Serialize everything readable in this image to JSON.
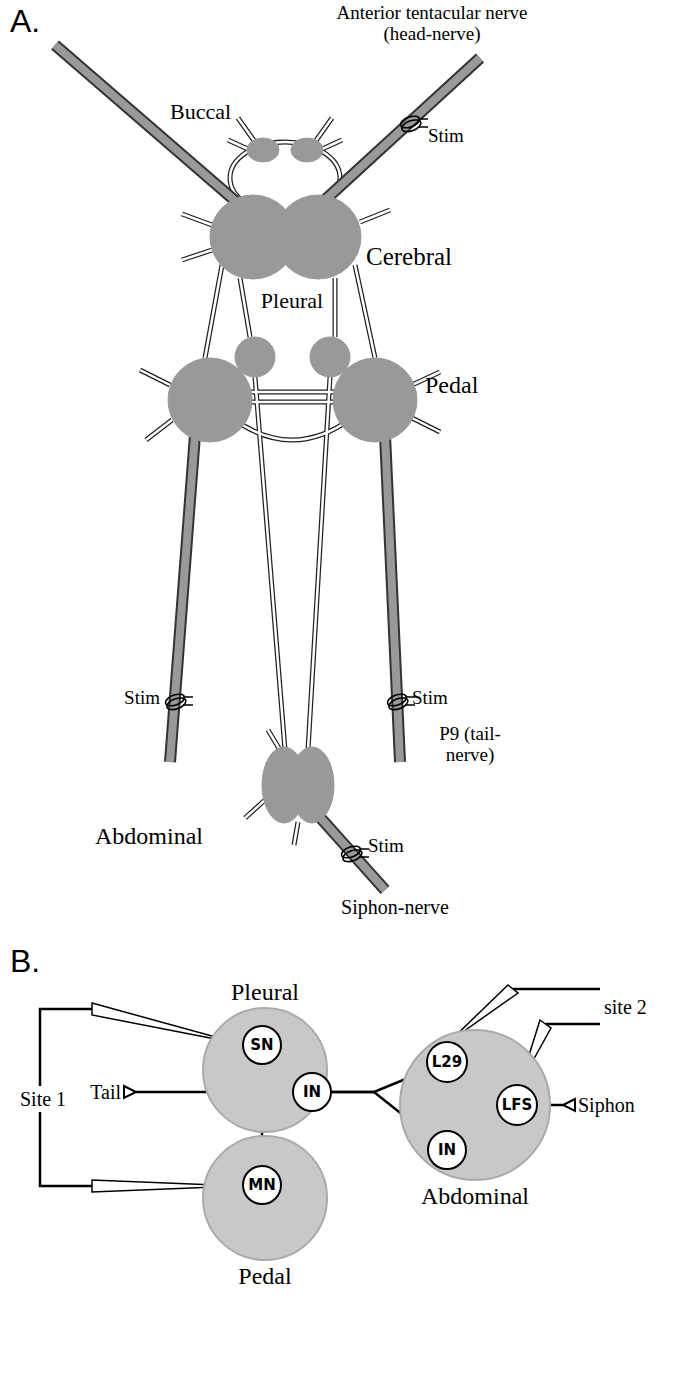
{
  "diagram": {
    "nodes": [
      {
        "text": [
          "Pleural"
        ]
      },
      {
        "text": [
          "SN"
        ],
        "in": 0
      },
      {
        "text": [
          "IN"
        ],
        "in": 0
      },
      {
        "text": [
          "Pedal"
        ]
      },
      {
        "text": [
          "MN"
        ],
        "in": 3
      },
      {
        "text": [
          "Abdominal"
        ]
      },
      {
        "text": [
          "L29"
        ],
        "in": 5
      },
      {
        "text": [
          "LFS"
        ],
        "in": 5
      },
      {
        "text": [
          "IN"
        ],
        "in": 5
      }
    ],
    "edges": [
      {
        "from": 1,
        "to": 4,
        "arrow": "to"
      },
      {
        "from": 2,
        "to": 6,
        "arrow": "to"
      },
      {
        "from": 2,
        "to": 8,
        "arrow": "to"
      },
      {
        "from": 6,
        "to": 7,
        "arrow": "to"
      },
      {
        "from": 8,
        "to": 7,
        "arrow": "to"
      }
    ],
    "labels": [
      "A.",
      "Anterior tentacular nerve (head-nerve)",
      "Buccal",
      "Stim",
      "Cerebral",
      "Pleural",
      "Pedal",
      "Stim",
      "Stim",
      "P9 (tail-nerve)",
      "Abdominal",
      "Stim",
      "Siphon-nerve",
      "B.",
      "Site 1",
      "site 2",
      "Tail",
      "Siphon"
    ]
  }
}
